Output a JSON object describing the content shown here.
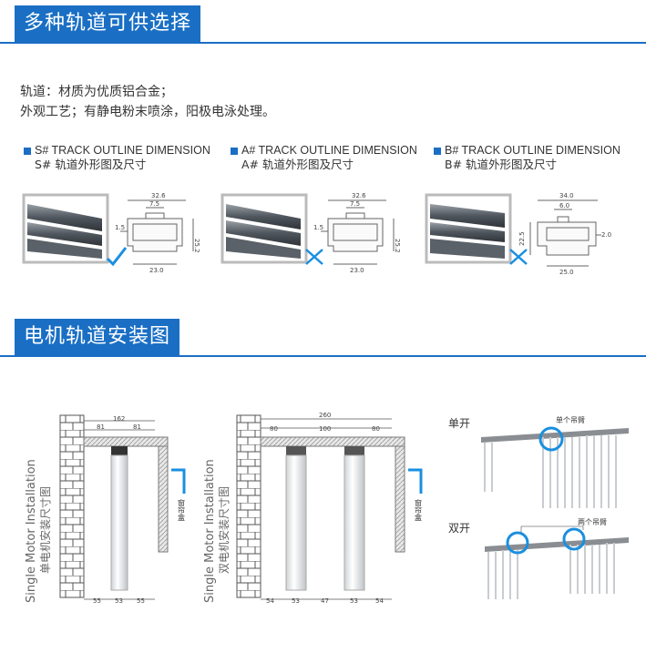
{
  "section1": {
    "title": "多种轨道可供选择"
  },
  "description": {
    "line1": "轨道：材质为优质铝合金；",
    "line2": "外观工艺；有静电粉末喷涂，阳极电泳处理。"
  },
  "tracks": [
    {
      "title_en": "S# TRACK OUTLINE DIMENSION",
      "title_cn": "S# 轨道外形图及尺寸",
      "dim_top": "32.6",
      "dim_inner": "7.5",
      "dim_left": "1.5",
      "dim_right": "25.2",
      "dim_bottom": "23.0",
      "mark": "check"
    },
    {
      "title_en": "A# TRACK OUTLINE DIMENSION",
      "title_cn": "A# 轨道外形图及尺寸",
      "dim_top": "32.6",
      "dim_inner": "7.5",
      "dim_left": "1.5",
      "dim_right": "25.2",
      "dim_bottom": "23.0",
      "mark": "cross"
    },
    {
      "title_en": "B# TRACK OUTLINE DIMENSION",
      "title_cn": "B# 轨道外形图及尺寸",
      "dim_top": "34.0",
      "dim_inner": "6.0",
      "dim_left": "22.5",
      "dim_right": "2.0",
      "dim_bottom": "25.0",
      "mark": "cross"
    }
  ],
  "section2": {
    "title": "电机轨道安装图"
  },
  "install": {
    "single_title_en": "Single Motor Installation",
    "single_title_cn": "单电机安装尺寸图",
    "single_dims_top": [
      "162",
      "81",
      "81"
    ],
    "single_dims_bottom": [
      "55",
      "53",
      "55"
    ],
    "double_title_en": "Single Motor Installation",
    "double_title_cn": "双电机安装尺寸图",
    "double_dims_top": [
      "260",
      "80",
      "100",
      "80"
    ],
    "double_dims_bottom": [
      "54",
      "53",
      "47",
      "53",
      "54"
    ],
    "box_label": "窗帘盒"
  },
  "opening": {
    "single_label": "单开",
    "single_callout": "单个吊臂",
    "double_label": "双开",
    "double_callout": "两个吊臂"
  },
  "colors": {
    "accent": "#1a6fc4"
  }
}
